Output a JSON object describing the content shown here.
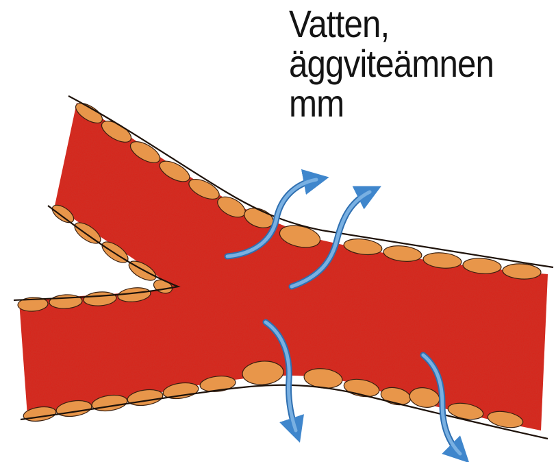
{
  "caption": {
    "line1": "Vatten,",
    "line2": "äggviteämnen",
    "line3": "mm"
  },
  "colors": {
    "background": "#ffffff",
    "blood": "#d8231a",
    "wall_cells": "#e8964a",
    "wall_edge": "#2a1a10",
    "arrow": "#4a8fd0",
    "text": "#141414"
  },
  "icons": [
    "blood-vessel-illustration",
    "arrow-out-icon"
  ]
}
